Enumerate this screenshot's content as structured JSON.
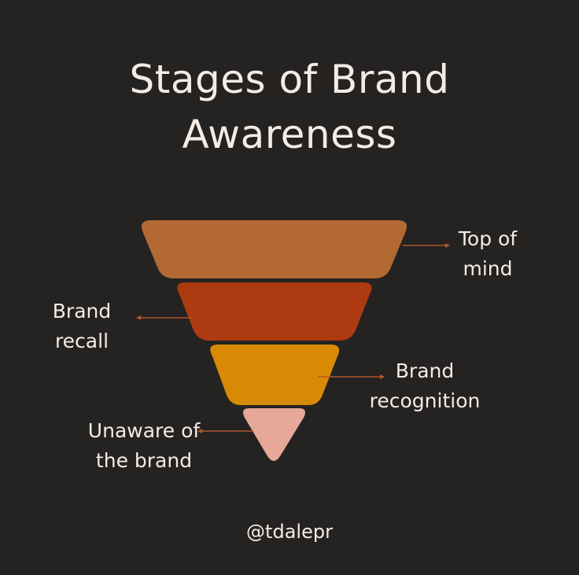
{
  "title": {
    "line1": "Stages of Brand",
    "line2": "Awareness"
  },
  "stages": [
    {
      "line1": "Top of",
      "line2": "mind",
      "color": "#b26a32"
    },
    {
      "line1": "Brand",
      "line2": "recall",
      "color": "#ad3a10"
    },
    {
      "line1": "Brand",
      "line2": "recognition",
      "color": "#d88a05"
    },
    {
      "line1": "Unaware of",
      "line2": "the brand",
      "color": "#e6a898"
    }
  ],
  "connector_color": "#b0582e",
  "handle": "@tdalepr"
}
